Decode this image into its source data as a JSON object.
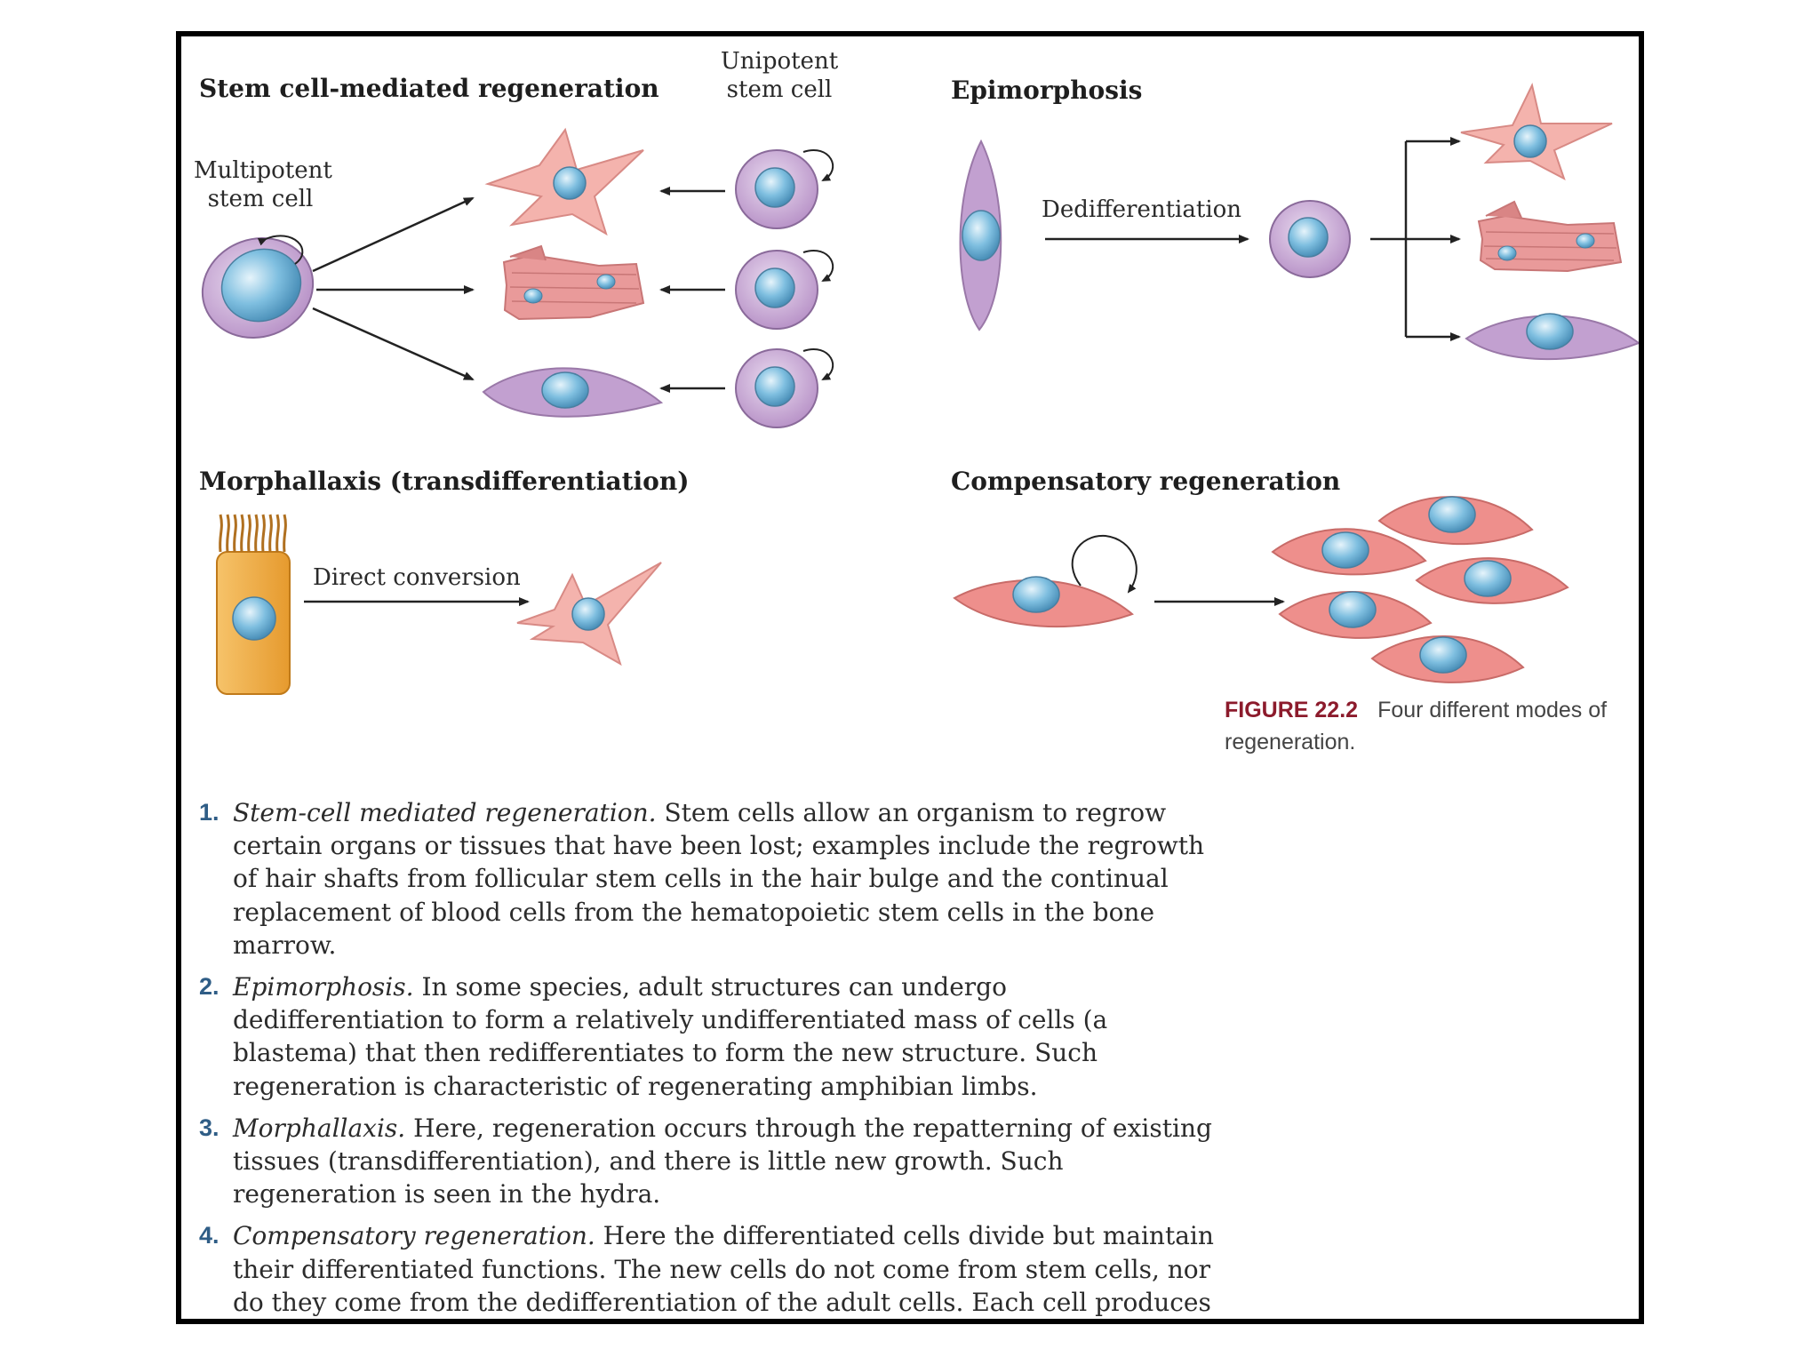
{
  "panels": {
    "stem_cell": {
      "title": "Stem cell-mediated regeneration",
      "multipotent_label_1": "Multipotent",
      "multipotent_label_2": "stem cell",
      "unipotent_label_1": "Unipotent",
      "unipotent_label_2": "stem cell"
    },
    "epimorphosis": {
      "title": "Epimorphosis",
      "arrow_label": "Dedifferentiation"
    },
    "morphallaxis": {
      "title": "Morphallaxis (transdifferentiation)",
      "arrow_label": "Direct conversion"
    },
    "compensatory": {
      "title": "Compensatory regeneration"
    }
  },
  "caption": {
    "figure": "FIGURE 22.2",
    "text": "Four different modes of regeneration."
  },
  "items": [
    {
      "number": "1.",
      "term": "Stem-cell mediated regeneration.",
      "text": "Stem cells allow an organism to regrow certain organs or tissues that have been lost; examples include the regrowth of hair shafts from follicular stem cells in the hair bulge and the continual replacement of blood cells from the hematopoietic stem cells in the bone marrow."
    },
    {
      "number": "2.",
      "term": "Epimorphosis.",
      "text": "In some species, adult structures can undergo dedifferentiation to form a relatively undifferentiated mass of cells (a blastema) that then redifferentiates to form the new structure. Such regeneration is characteristic of regenerating amphibian limbs."
    },
    {
      "number": "3.",
      "term": "Morphallaxis.",
      "text": "Here, regeneration occurs through the repatterning of existing tissues (transdifferentiation), and there is little new growth. Such regeneration is seen in the hydra."
    },
    {
      "number": "4.",
      "term": "Compensatory regeneration.",
      "text": "Here the differentiated cells divide but maintain their differentiated functions. The new cells do not come from stem cells, nor do they come from the dedifferentiation of the adult cells. Each cell produces cells similar to itself; no mass of undifferentiated tissue forms. This type of regeneration is characteristic of the mammalian liver."
    }
  ],
  "colors": {
    "frame": "#000000",
    "nucleus": "#6fb2d4",
    "stem_cell": "#c9a9d3",
    "neuron_like": "#f4b3ad",
    "muscle": "#e99a9a",
    "liver_cell": "#ee8f8c",
    "epithelial": "#f2b24b",
    "caption_accent": "#8c1b2c",
    "list_number": "#2f5d86"
  }
}
